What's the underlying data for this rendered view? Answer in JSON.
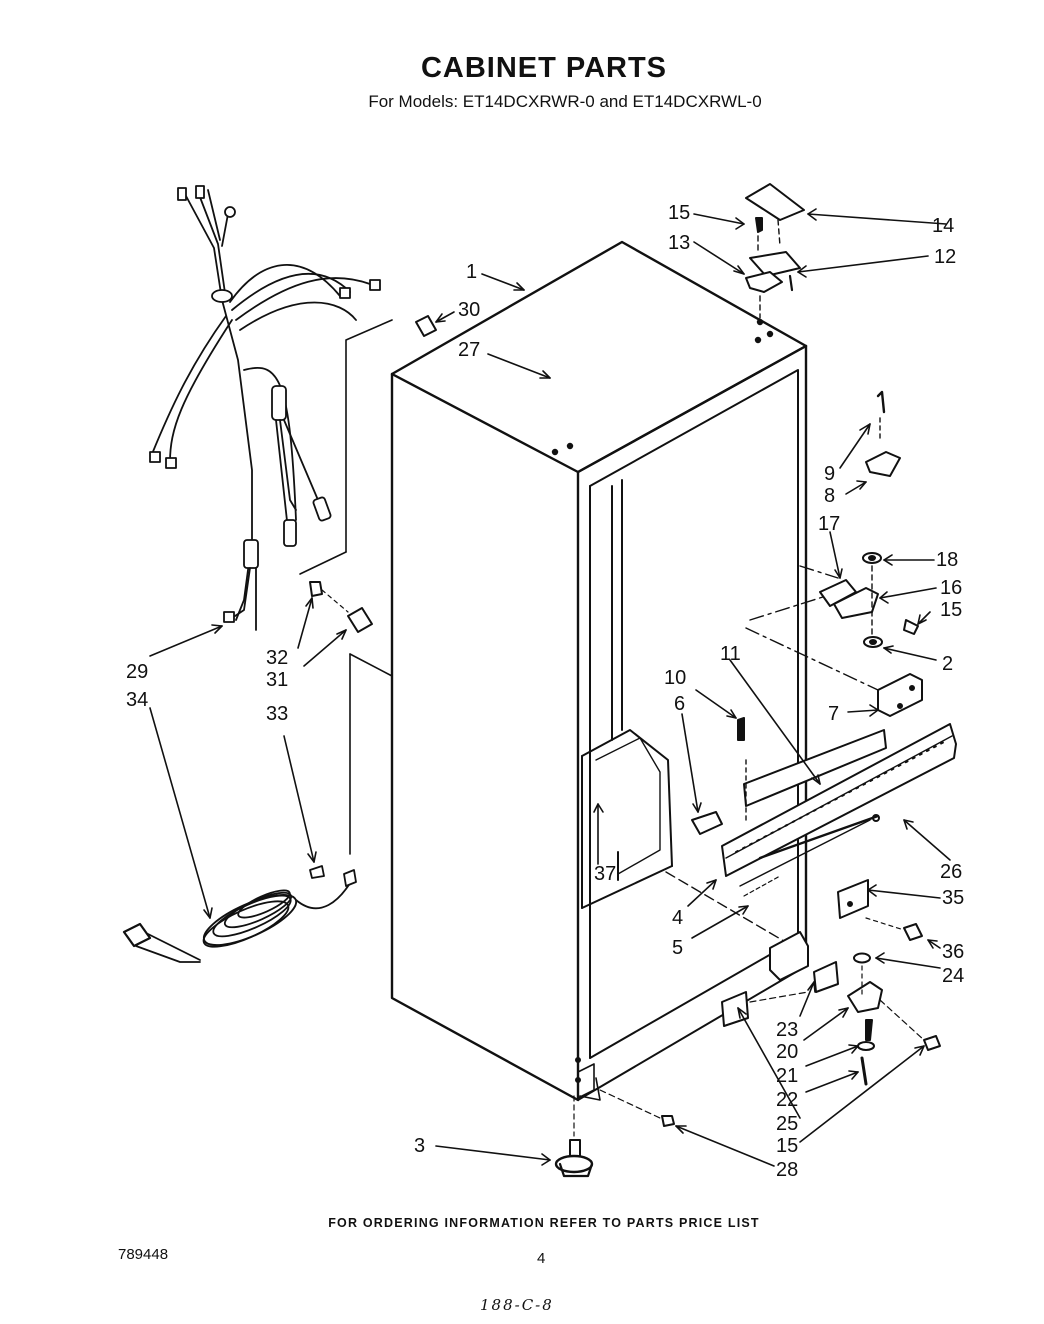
{
  "header": {
    "title": "CABINET PARTS",
    "subtitle": "For Models: ET14DCXRWR-0 and ET14DCXRWL-0"
  },
  "footer": {
    "ordering_note": "FOR ORDERING INFORMATION REFER TO PARTS PRICE LIST",
    "doc_number": "789448",
    "page_number": "4",
    "handwritten_note": "188-C-8"
  },
  "callouts": [
    {
      "id": "c15a",
      "label": "15",
      "part": "screw"
    },
    {
      "id": "c14",
      "label": "14",
      "part": "hinge-cover"
    },
    {
      "id": "c13",
      "label": "13",
      "part": "hinge-shim"
    },
    {
      "id": "c12",
      "label": "12",
      "part": "top-hinge"
    },
    {
      "id": "c1",
      "label": "1",
      "part": "cabinet"
    },
    {
      "id": "c30",
      "label": "30",
      "part": "plug"
    },
    {
      "id": "c27",
      "label": "27",
      "part": "plug-button"
    },
    {
      "id": "c9",
      "label": "9",
      "part": "screw"
    },
    {
      "id": "c8",
      "label": "8",
      "part": "door-stop"
    },
    {
      "id": "c17",
      "label": "17",
      "part": "spacer"
    },
    {
      "id": "c18",
      "label": "18",
      "part": "washer"
    },
    {
      "id": "c16",
      "label": "16",
      "part": "center-hinge"
    },
    {
      "id": "c15b",
      "label": "15",
      "part": "screw"
    },
    {
      "id": "c2",
      "label": "2",
      "part": "washer"
    },
    {
      "id": "c29",
      "label": "29",
      "part": "wire-harness"
    },
    {
      "id": "c32",
      "label": "32",
      "part": "screw"
    },
    {
      "id": "c31",
      "label": "31",
      "part": "clamp"
    },
    {
      "id": "c34",
      "label": "34",
      "part": "power-cord"
    },
    {
      "id": "c33",
      "label": "33",
      "part": "screw"
    },
    {
      "id": "c11",
      "label": "11",
      "part": "gasket"
    },
    {
      "id": "c10",
      "label": "10",
      "part": "screw"
    },
    {
      "id": "c6",
      "label": "6",
      "part": "clip"
    },
    {
      "id": "c7",
      "label": "7",
      "part": "bracket"
    },
    {
      "id": "c26",
      "label": "26",
      "part": "plug"
    },
    {
      "id": "c37",
      "label": "37",
      "part": "clip"
    },
    {
      "id": "c4",
      "label": "4",
      "part": "toe-grille"
    },
    {
      "id": "c35",
      "label": "35",
      "part": "block"
    },
    {
      "id": "c5",
      "label": "5",
      "part": "rod"
    },
    {
      "id": "c36",
      "label": "36",
      "part": "screw"
    },
    {
      "id": "c24",
      "label": "24",
      "part": "washer"
    },
    {
      "id": "c23",
      "label": "23",
      "part": "spacer"
    },
    {
      "id": "c20",
      "label": "20",
      "part": "bottom-hinge"
    },
    {
      "id": "c21",
      "label": "21",
      "part": "bushing"
    },
    {
      "id": "c22",
      "label": "22",
      "part": "hinge-pin"
    },
    {
      "id": "c25",
      "label": "25",
      "part": "spacer"
    },
    {
      "id": "c15c",
      "label": "15",
      "part": "screw"
    },
    {
      "id": "c3",
      "label": "3",
      "part": "leveling-leg"
    },
    {
      "id": "c28",
      "label": "28",
      "part": "plug"
    }
  ]
}
